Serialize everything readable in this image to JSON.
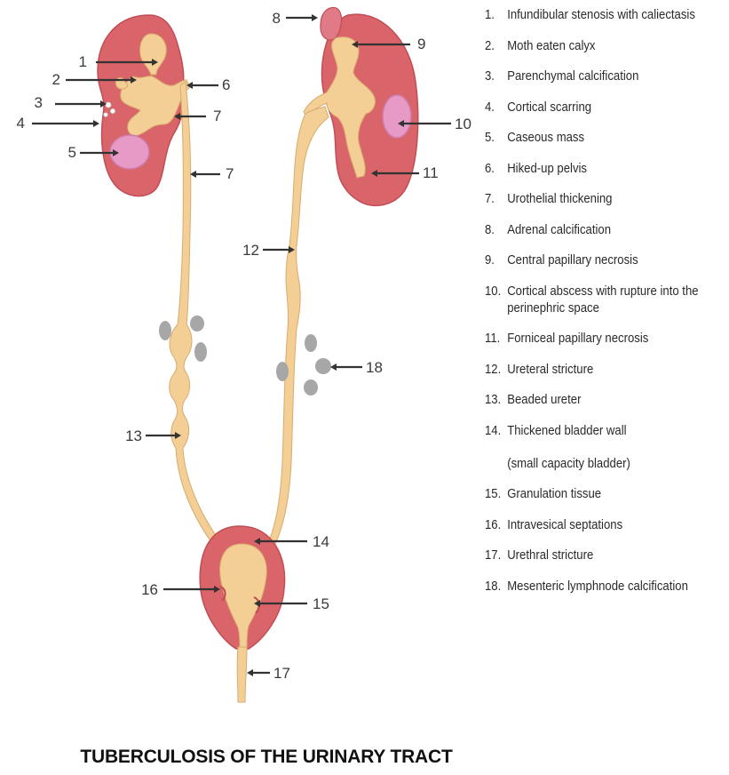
{
  "title": "TUBERCULOSIS OF THE URINARY TRACT",
  "colors": {
    "kidney_tissue": "#d9656a",
    "kidney_outline": "#c24d55",
    "collecting_system": "#f4cf95",
    "caseous_mass": "#e79ac5",
    "calcification": "#a7a7a7",
    "leader": "#333333"
  },
  "callouts": [
    {
      "number": "1"
    },
    {
      "number": "2"
    },
    {
      "number": "3"
    },
    {
      "number": "4"
    },
    {
      "number": "5"
    },
    {
      "number": "6"
    },
    {
      "number": "7"
    },
    {
      "number": "7"
    },
    {
      "number": "8"
    },
    {
      "number": "9"
    },
    {
      "number": "10"
    },
    {
      "number": "11"
    },
    {
      "number": "12"
    },
    {
      "number": "13"
    },
    {
      "number": "14"
    },
    {
      "number": "15"
    },
    {
      "number": "16"
    },
    {
      "number": "17"
    },
    {
      "number": "18"
    }
  ],
  "legend": [
    {
      "number": "1.",
      "text": "Infundibular stenosis with caliectasis"
    },
    {
      "number": "2.",
      "text": "Moth eaten calyx"
    },
    {
      "number": "3.",
      "text": "Parenchymal calcification"
    },
    {
      "number": "4.",
      "text": "Cortical scarring"
    },
    {
      "number": "5.",
      "text": "Caseous mass"
    },
    {
      "number": "6.",
      "text": "Hiked-up pelvis"
    },
    {
      "number": "7.",
      "text": "Urothelial thickening"
    },
    {
      "number": "8.",
      "text": "Adrenal calcification"
    },
    {
      "number": "9.",
      "text": "Central papillary necrosis"
    },
    {
      "number": "10.",
      "text": "Cortical abscess with rupture into the",
      "text2": "perinephric space"
    },
    {
      "number": "11.",
      "text": "Forniceal papillary necrosis"
    },
    {
      "number": "12.",
      "text": "Ureteral stricture"
    },
    {
      "number": "13.",
      "text": "Beaded ureter"
    },
    {
      "number": "14.",
      "text": "Thickened bladder wall",
      "text2": "(small capacity bladder)"
    },
    {
      "number": "15.",
      "text": "Granulation tissue"
    },
    {
      "number": "16.",
      "text": "Intravesical septations"
    },
    {
      "number": "17.",
      "text": "Urethral stricture"
    },
    {
      "number": "18.",
      "text": "Mesenteric lymphnode calcification"
    }
  ]
}
